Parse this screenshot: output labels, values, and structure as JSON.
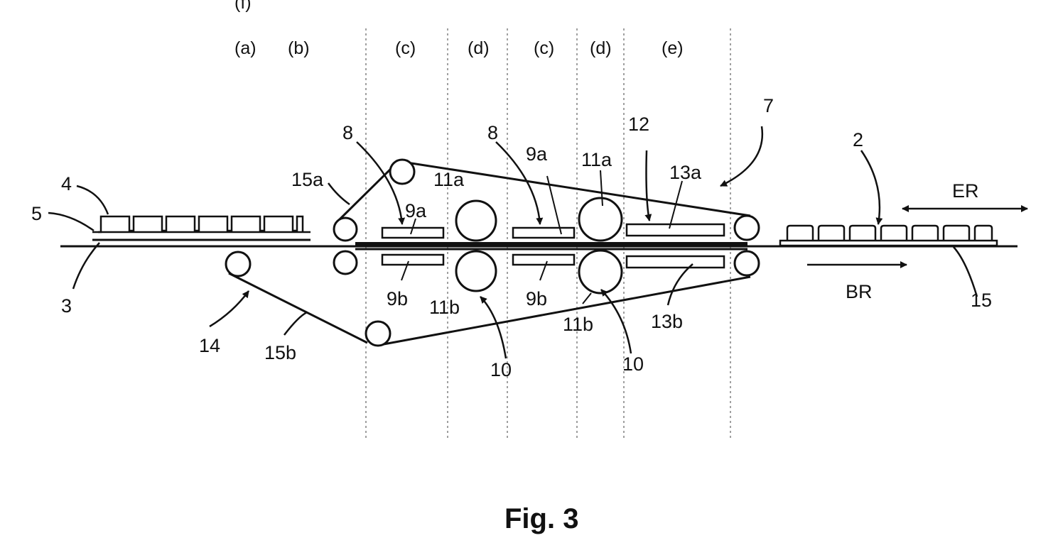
{
  "figure": {
    "caption": "Fig. 3",
    "zones": {
      "f": "(f)",
      "a": "(a)",
      "b": "(b)",
      "c1": "(c)",
      "d1": "(d)",
      "c2": "(c)",
      "d2": "(d)",
      "e": "(e)"
    },
    "labels": {
      "l4": "4",
      "l5": "5",
      "l3": "3",
      "l8a": "8",
      "l8b": "8",
      "l15a": "15a",
      "l9a_1": "9a",
      "l9a_2": "9a",
      "l9b_1": "9b",
      "l9b_2": "9b",
      "l11a_1": "11a",
      "l11a_2": "11a",
      "l11b_1": "11b",
      "l11b_2": "11b",
      "l12": "12",
      "l13a": "13a",
      "l13b": "13b",
      "l7": "7",
      "l2": "2",
      "lER": "ER",
      "lBR": "BR",
      "l15": "15",
      "l14": "14",
      "l15b": "15b",
      "l10_1": "10",
      "l10_2": "10"
    }
  }
}
